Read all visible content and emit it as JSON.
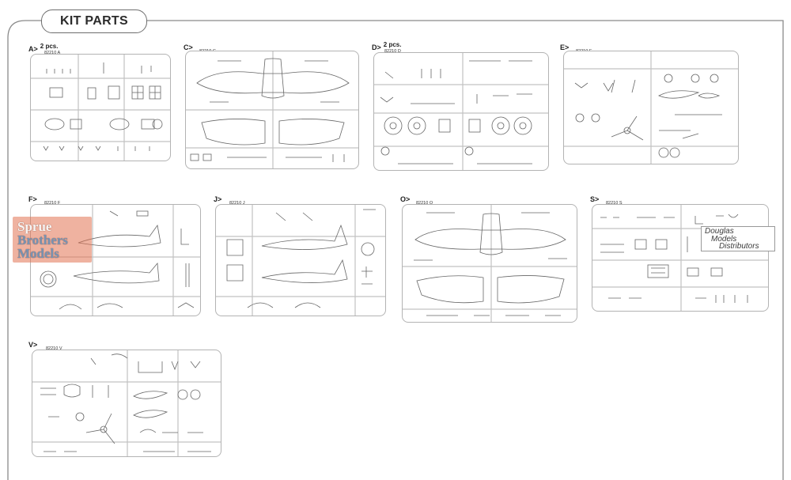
{
  "header": {
    "title": "KIT PARTS"
  },
  "sprues": [
    {
      "letter": "A>",
      "pcs": "2 pcs.",
      "code": "82210 A"
    },
    {
      "letter": "C>",
      "pcs": "",
      "code": "82210 C"
    },
    {
      "letter": "D>",
      "pcs": "2 pcs.",
      "code": "82210 D"
    },
    {
      "letter": "E>",
      "pcs": "",
      "code": "82210 E"
    },
    {
      "letter": "F>",
      "pcs": "",
      "code": "82210 F"
    },
    {
      "letter": "J>",
      "pcs": "",
      "code": "82210 J"
    },
    {
      "letter": "O>",
      "pcs": "",
      "code": "82210 O"
    },
    {
      "letter": "S>",
      "pcs": "",
      "code": "82210 S"
    },
    {
      "letter": "V>",
      "pcs": "",
      "code": "82210 V"
    }
  ],
  "watermarks": {
    "sbm": [
      "Sprue",
      "Brothers",
      "Models"
    ],
    "dmd": [
      "Douglas",
      "Models",
      "Distributors"
    ]
  }
}
